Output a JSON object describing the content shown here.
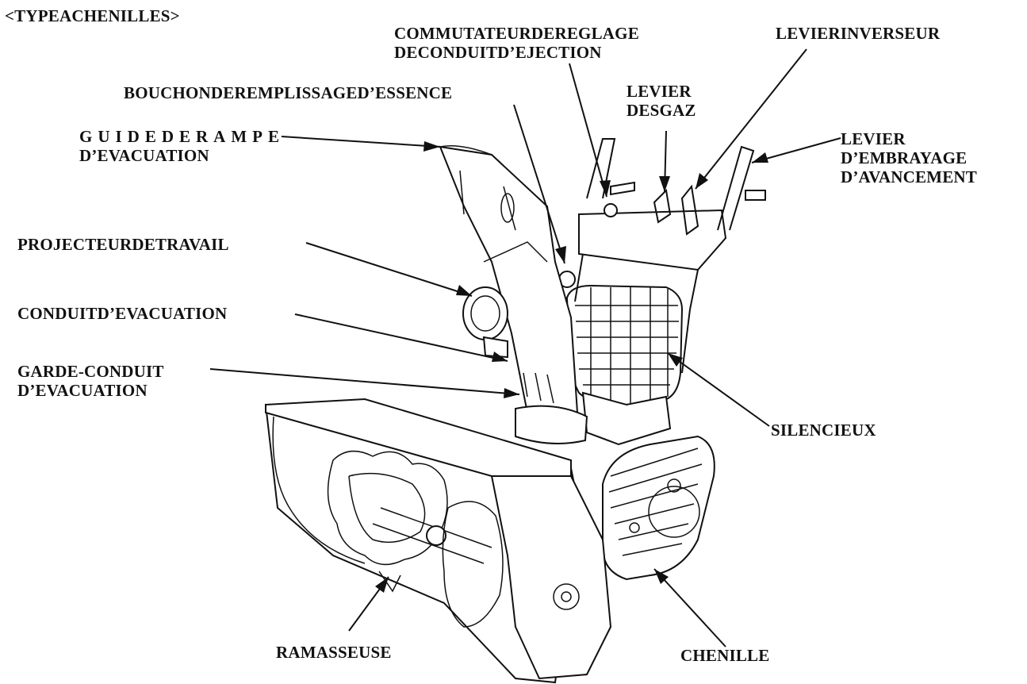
{
  "header": {
    "type_label": "<TYPEACHENILLES>"
  },
  "labels": {
    "commutateur": [
      "COMMUTATEURDEREGLAGE",
      "DECONDUITD’EJECTION"
    ],
    "levier_inverseur": [
      "LEVIERINVERSEUR"
    ],
    "bouchon": [
      "BOUCHONDEREMPLISSAGED’ESSENCE"
    ],
    "levier_gaz": [
      "LEVIER",
      "DESGAZ"
    ],
    "guide_rampe": [
      "GUIDEDERAMPE",
      "D’EVACUATION"
    ],
    "levier_embrayage": [
      "LEVIER",
      "D’EMBRAYAGE",
      "D’AVANCEMENT"
    ],
    "projecteur": [
      "PROJECTEURDETRAVAIL"
    ],
    "conduit": [
      "CONDUITD’EVACUATION"
    ],
    "garde_conduit": [
      "GARDE-CONDUIT",
      "D’EVACUATION"
    ],
    "silencieux": [
      "SILENCIEUX"
    ],
    "ramasseuse": [
      "RAMASSEUSE"
    ],
    "chenille": [
      "CHENILLE"
    ]
  },
  "colors": {
    "ink": "#111111",
    "paper": "#ffffff"
  }
}
